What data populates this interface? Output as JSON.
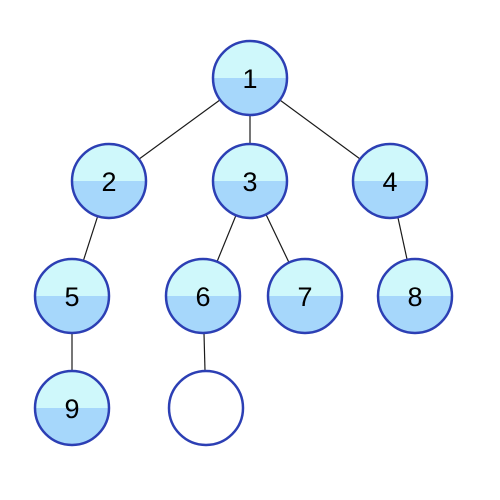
{
  "colors": {
    "node_top": "#cff8fb",
    "node_bottom": "#a6d7fb",
    "node_stroke": "#2c3fb4",
    "empty_fill": "#ffffff",
    "edge": "#1a1a1a"
  },
  "tree": {
    "nodes": [
      {
        "id": "n1",
        "label": "1"
      },
      {
        "id": "n2",
        "label": "2"
      },
      {
        "id": "n3",
        "label": "3"
      },
      {
        "id": "n4",
        "label": "4"
      },
      {
        "id": "n5",
        "label": "5"
      },
      {
        "id": "n6",
        "label": "6"
      },
      {
        "id": "n7",
        "label": "7"
      },
      {
        "id": "n8",
        "label": "8"
      },
      {
        "id": "n9",
        "label": "9"
      },
      {
        "id": "n10",
        "label": "",
        "empty": true
      }
    ],
    "edges": [
      [
        "n1",
        "n2"
      ],
      [
        "n1",
        "n3"
      ],
      [
        "n1",
        "n4"
      ],
      [
        "n2",
        "n5"
      ],
      [
        "n3",
        "n6"
      ],
      [
        "n3",
        "n7"
      ],
      [
        "n4",
        "n8"
      ],
      [
        "n5",
        "n9"
      ],
      [
        "n6",
        "n10"
      ]
    ]
  }
}
